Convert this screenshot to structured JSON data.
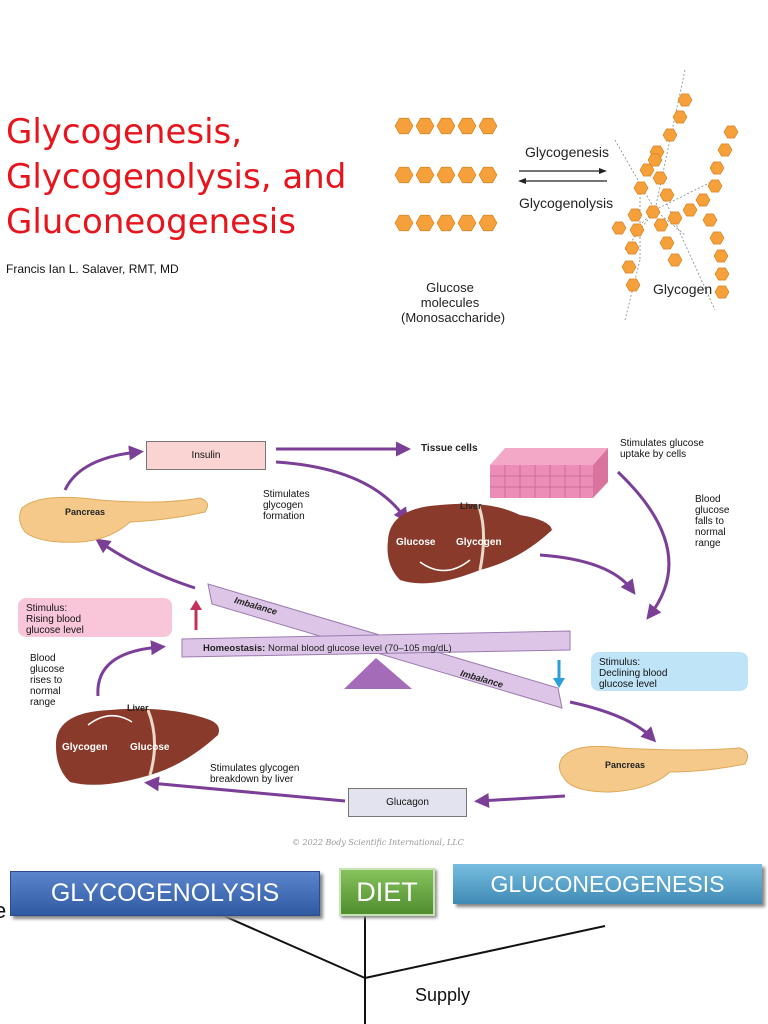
{
  "slide1": {
    "title_lines": [
      "Glycogenesis,",
      "Glycogenolysis, and",
      "Gluconeogenesis"
    ],
    "author": "Francis Ian L. Salaver, RMT, MD",
    "diagram": {
      "arrow_top_label": "Glycogenesis",
      "arrow_bottom_label": "Glycogenolysis",
      "left_caption_line1": "Glucose molecules",
      "left_caption_line2": "(Monosaccharide)",
      "right_caption": "Glycogen",
      "hexagon_color": "#f5a03a"
    }
  },
  "slide2": {
    "insulin": "Insulin",
    "tissue_cells": "Tissue cells",
    "stimulates_uptake": [
      "Stimulates glucose",
      "uptake by cells"
    ],
    "stimulates_formation": [
      "Stimulates",
      "glycogen",
      "formation"
    ],
    "liver_top": "Liver",
    "liver_top_left": "Glucose",
    "liver_top_right": "Glycogen",
    "blood_falls": [
      "Blood",
      "glucose",
      "falls to",
      "normal",
      "range"
    ],
    "pancreas": "Pancreas",
    "stimulus_rising": [
      "Stimulus:",
      "Rising blood",
      "glucose level"
    ],
    "imbalance": "Imbalance",
    "homeostasis_bold": "Homeostasis:",
    "homeostasis_rest": "Normal blood glucose level (70–105 mg/dL)",
    "stimulus_declining": [
      "Stimulus:",
      "Declining blood",
      "glucose level"
    ],
    "blood_rises": [
      "Blood",
      "glucose",
      "rises to",
      "normal",
      "range"
    ],
    "liver_bottom": "Liver",
    "liver_bottom_left": "Glycogen",
    "liver_bottom_right": "Glucose",
    "stimulates_breakdown": [
      "Stimulates glycogen",
      "breakdown by liver"
    ],
    "glucagon": "Glucagon",
    "copyright": "© 2022 Body Scientific International, LLC",
    "colors": {
      "arrow": "#7b3f98",
      "pink": "#f9c6d9",
      "blue": "#bfe3f7",
      "bar": "#dcc5e6"
    }
  },
  "slide3": {
    "glycogenolysis": "GLYCOGENOLYSIS",
    "diet": "DIET",
    "gluconeogenesis": "GLUCONEOGENESIS",
    "supply": "Supply",
    "colors": {
      "blue": "#3f69b4",
      "green": "#6aa642",
      "teal": "#5aa3c8"
    }
  }
}
